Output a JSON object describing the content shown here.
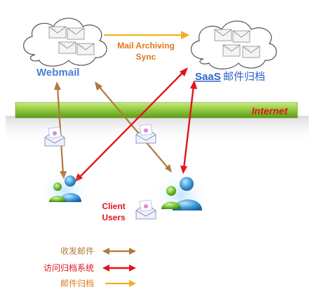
{
  "left_node": {
    "label": "Webmail"
  },
  "right_node": {
    "label_latin": "SaaS",
    "label_cjk": "邮件归档"
  },
  "sync_label": {
    "line1": "Mail Archiving",
    "line2": "Sync"
  },
  "internet_bar": {
    "label": "Internet"
  },
  "users_label": {
    "line1": "Client",
    "line2": "Users"
  },
  "legend": {
    "items": [
      {
        "label": "收发邮件",
        "color": "#b07a3c"
      },
      {
        "label": "访问归档系统",
        "color": "#e0151b"
      },
      {
        "label": "邮件归档",
        "color": "#f2b01e"
      }
    ]
  },
  "colors": {
    "webmail_text": "#4a7fd6",
    "saas_text": "#2f63c4",
    "sync_text": "#e0781a",
    "users_text": "#e0151b",
    "internet_bar": "#8fc83b",
    "internet_text": "#e0151b"
  }
}
